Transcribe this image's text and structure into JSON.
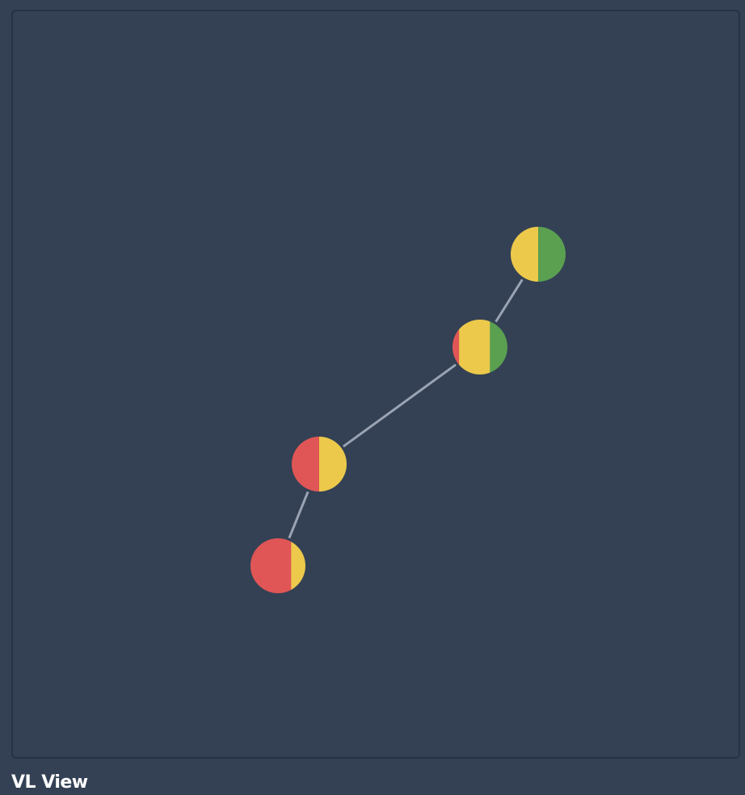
{
  "label": "VL View",
  "colors": {
    "background": "#344154",
    "border": "#263244",
    "edge": "#9aa3b3",
    "segments": [
      "#e05656",
      "#ecc94b",
      "#5aa050"
    ]
  },
  "nodes": [
    {
      "id": "n1",
      "fractions": [
        0.0,
        0.5,
        0.5
      ]
    },
    {
      "id": "n2",
      "fractions": [
        0.12,
        0.56,
        0.32
      ]
    },
    {
      "id": "n3",
      "fractions": [
        0.5,
        0.5,
        0.0
      ]
    },
    {
      "id": "n4",
      "fractions": [
        0.74,
        0.26,
        0.0
      ]
    }
  ],
  "edges": [
    {
      "from": "n1",
      "to": "n2"
    },
    {
      "from": "n2",
      "to": "n3"
    },
    {
      "from": "n3",
      "to": "n4"
    }
  ]
}
